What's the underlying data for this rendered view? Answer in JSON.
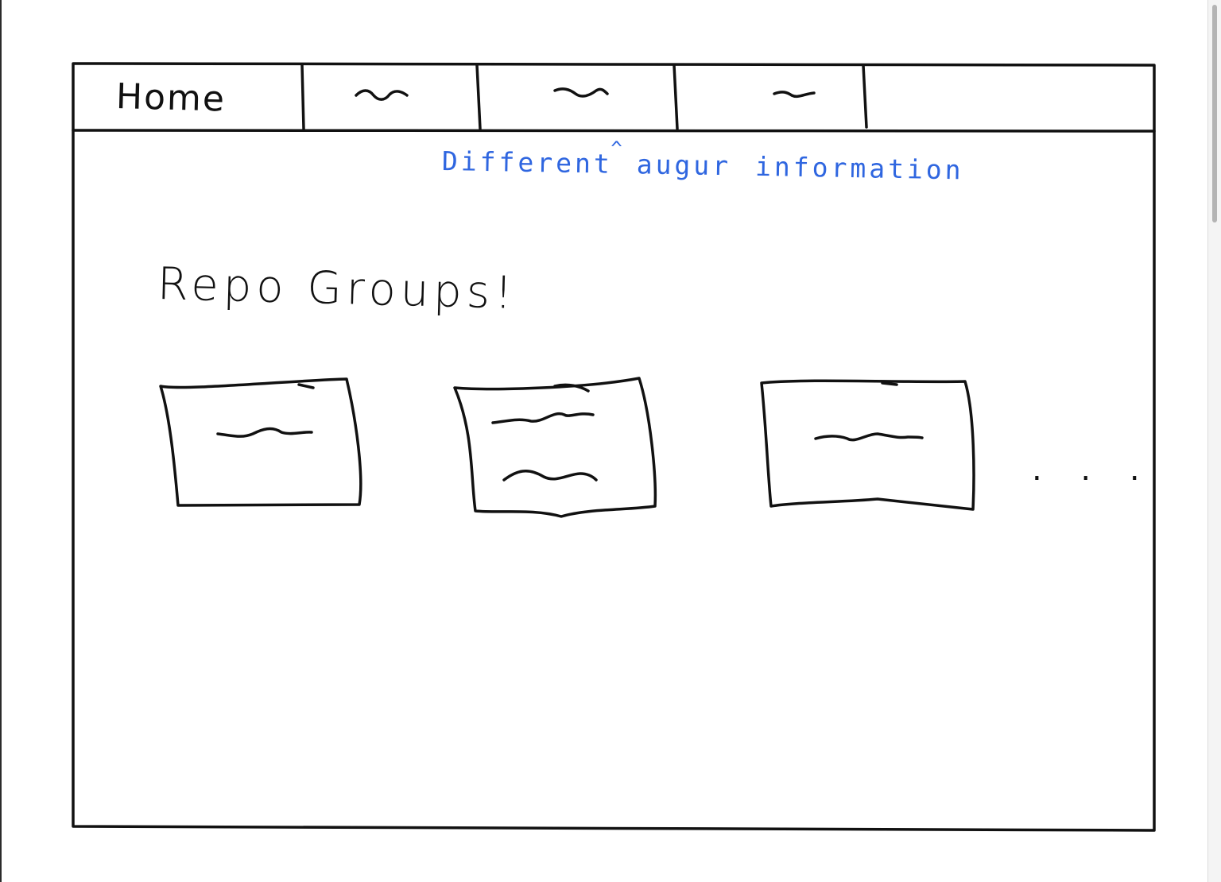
{
  "nav": {
    "tabs": [
      {
        "label": "Home",
        "placeholder": false
      },
      {
        "label": "",
        "placeholder": true
      },
      {
        "label": "",
        "placeholder": true
      },
      {
        "label": "",
        "placeholder": true
      },
      {
        "label": "",
        "placeholder": false
      }
    ]
  },
  "annotation": {
    "text_part1": "Different",
    "caret": "^",
    "text_part2": "augur",
    "text_part3": "information",
    "color": "#2f66e0"
  },
  "main": {
    "section_title": "Repo Groups!",
    "cards": [
      {
        "text_lines": 1
      },
      {
        "text_lines": 2
      },
      {
        "text_lines": 1
      }
    ],
    "more_indicator": ". . ."
  },
  "colors": {
    "ink": "#111111",
    "annotation": "#2f66e0",
    "background": "#ffffff"
  }
}
